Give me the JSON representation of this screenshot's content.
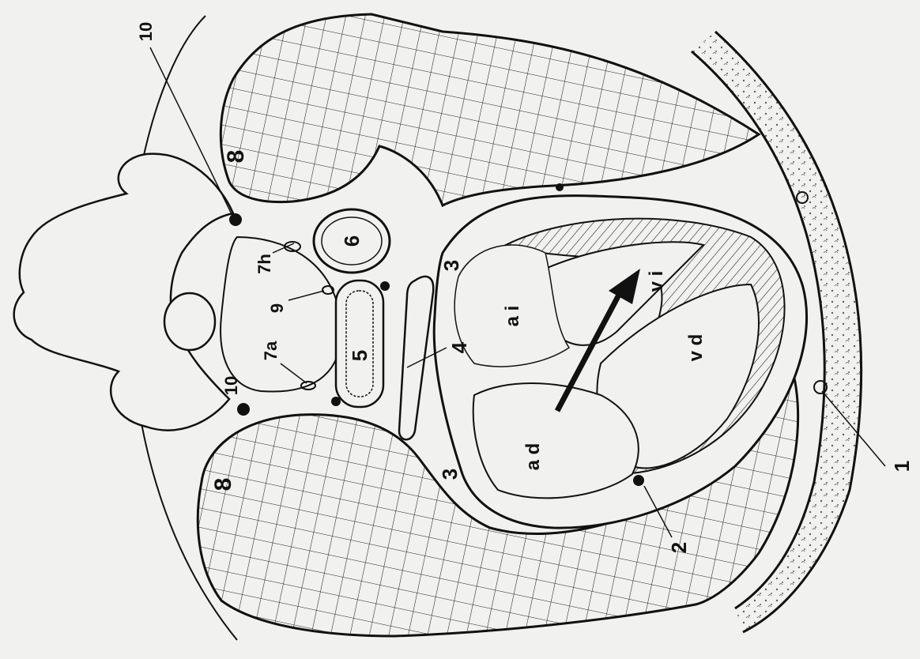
{
  "diagram": {
    "labels": {
      "l1": "1",
      "l2": "2",
      "l3a": "3",
      "l3b": "3",
      "l4": "4",
      "l5": "5",
      "l6": "6",
      "l7a": "7a",
      "l7h": "7h",
      "l8a": "8",
      "l8b": "8",
      "l9": "9",
      "l10a": "10",
      "l10b": "10",
      "ai": "a i",
      "vi": "v i",
      "vd": "v d",
      "ad": "a d"
    },
    "colors": {
      "paper": "#f1f1ef",
      "ink": "#111111",
      "hatch": "#222222"
    }
  }
}
